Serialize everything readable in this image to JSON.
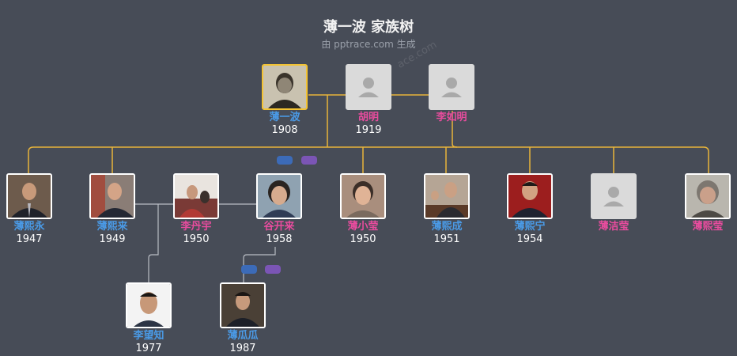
{
  "header": {
    "title": "薄一波 家族树",
    "subtitle": "由 pptrace.com 生成",
    "watermark": "ace.com"
  },
  "colors": {
    "background": "#474c57",
    "male": "#4a9ae6",
    "female": "#e84c9e",
    "tree_line": "#e8b43a",
    "branch_line": "#b9bdc4",
    "root_border": "#f3c334"
  },
  "generation1": [
    {
      "name": "薄一波",
      "year": "1908",
      "gender": "male",
      "photo": "portrait"
    },
    {
      "name": "胡明",
      "year": "1919",
      "gender": "female",
      "photo": "placeholder"
    },
    {
      "name": "李如明",
      "year": "",
      "gender": "female",
      "photo": "placeholder"
    }
  ],
  "generation2": [
    {
      "name": "薄熙永",
      "year": "1947",
      "gender": "male",
      "photo": "portrait"
    },
    {
      "name": "薄熙来",
      "year": "1949",
      "gender": "male",
      "photo": "portrait"
    },
    {
      "name": "李丹宇",
      "year": "1950",
      "gender": "female",
      "photo": "portrait"
    },
    {
      "name": "谷开来",
      "year": "1958",
      "gender": "female",
      "photo": "portrait"
    },
    {
      "name": "薄小莹",
      "year": "1950",
      "gender": "female",
      "photo": "portrait"
    },
    {
      "name": "薄熙成",
      "year": "1951",
      "gender": "male",
      "photo": "portrait"
    },
    {
      "name": "薄熙宁",
      "year": "1954",
      "gender": "male",
      "photo": "portrait"
    },
    {
      "name": "薄洁莹",
      "year": "",
      "gender": "female",
      "photo": "placeholder"
    },
    {
      "name": "薄熙莹",
      "year": "",
      "gender": "female",
      "photo": "portrait"
    }
  ],
  "generation3": [
    {
      "name": "李望知",
      "year": "1977",
      "gender": "male",
      "photo": "portrait"
    },
    {
      "name": "薄瓜瓜",
      "year": "1987",
      "gender": "male",
      "photo": "portrait"
    }
  ]
}
